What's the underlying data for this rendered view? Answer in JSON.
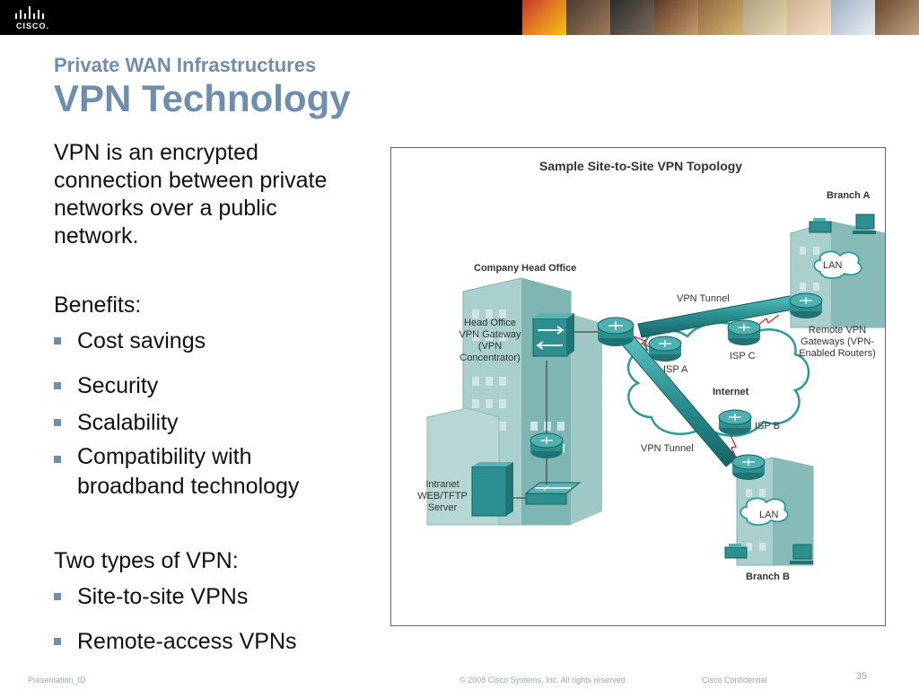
{
  "header": {
    "logo_text": "CISCO."
  },
  "slide": {
    "subtitle": "Private WAN Infrastructures",
    "title": "VPN Technology",
    "intro_lines": [
      "VPN is an encrypted",
      "connection between private",
      "networks over a public",
      "network."
    ],
    "benefits_heading": "Benefits:",
    "benefits": [
      "Cost savings",
      "Security",
      "Scalability",
      "Compatibility with",
      "broadband technology"
    ],
    "types_heading": "Two types of VPN:",
    "types": [
      "Site-to-site VPNs",
      "Remote-access VPNs"
    ]
  },
  "diagram": {
    "title": "Sample Site-to-Site VPN Topology",
    "branch_a": "Branch A",
    "branch_b": "Branch B",
    "head_office": "Company Head Office",
    "hq_gateway": [
      "Head Office",
      "VPN Gateway",
      "(VPN",
      "Concentrator)"
    ],
    "intranet": [
      "Intranet",
      "WEB/TFTP",
      "Server"
    ],
    "remote_gateways": [
      "Remote VPN",
      "Gateways (VPN-",
      "Enabled Routers)"
    ],
    "lan_a": "LAN",
    "lan_b": "LAN",
    "tunnel_top": "VPN Tunnel",
    "tunnel_bottom": "VPN Tunnel",
    "internet": "Internet",
    "isp_a": "ISP A",
    "isp_b": "ISP B",
    "isp_c": "ISP C"
  },
  "footer": {
    "presentation_id": "Presentation_ID",
    "copyright": "© 2008 Cisco Systems, Inc. All rights reserved.",
    "confidential": "Cisco Confidential",
    "page_number": "35"
  },
  "colors": {
    "title": "#6f8eae",
    "teal": "#3a9ea0",
    "teal_dark": "#1e6e70",
    "building": "#9fc7c5"
  }
}
